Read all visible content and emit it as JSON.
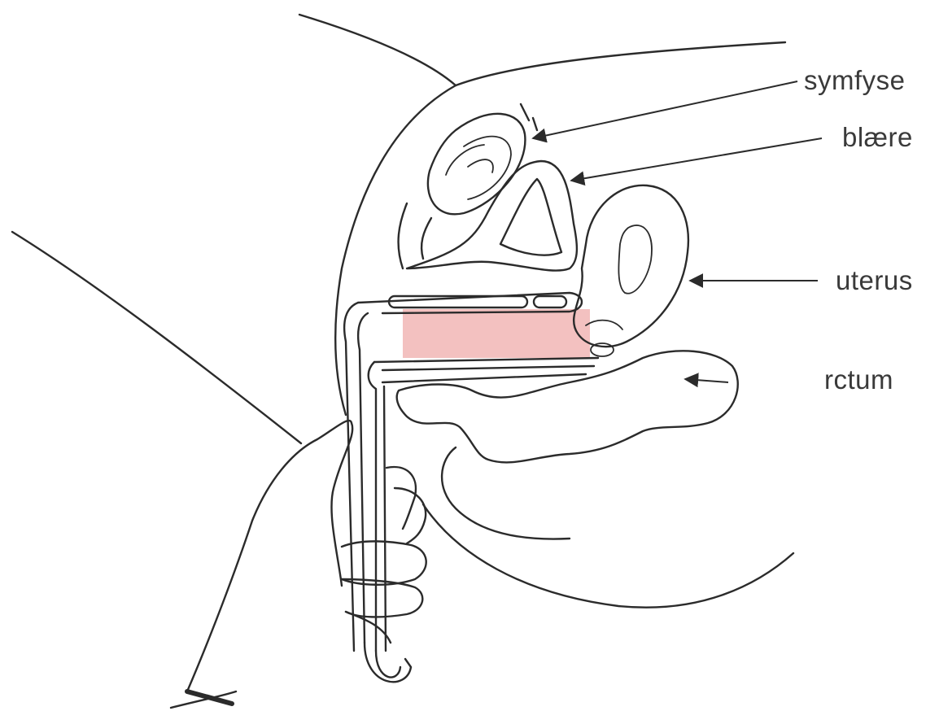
{
  "labels": {
    "symfyse": "symfyse",
    "blaere": "blære",
    "uterus": "uterus",
    "rectum": "rctum"
  },
  "colors": {
    "uterus": "#e0606d",
    "uterus_inner": "#f5b3b8",
    "bladder": "#f4b5b3",
    "vagina": "#f3c1c0",
    "outline": "#2b2b2b",
    "label_text": "#3a3a3a"
  }
}
